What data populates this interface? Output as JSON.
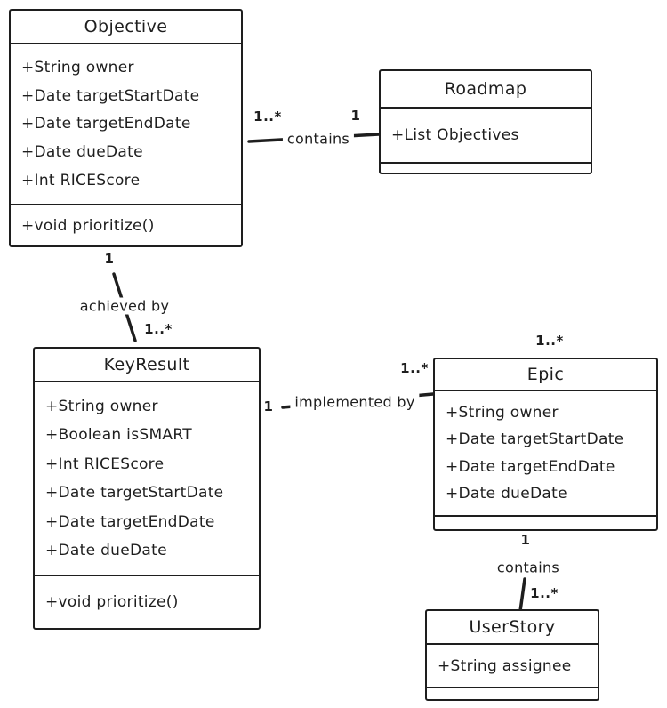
{
  "diagram": {
    "type": "uml-class-diagram",
    "colors": {
      "stroke": "#1e1e1e",
      "background": "#ffffff"
    },
    "classes": [
      {
        "name": "Objective",
        "attributes": [
          "+String owner",
          "+Date targetStartDate",
          "+Date targetEndDate",
          "+Date dueDate",
          "+Int RICEScore"
        ],
        "methods": [
          "+void prioritize()"
        ]
      },
      {
        "name": "Roadmap",
        "attributes": [
          "+List Objectives"
        ],
        "methods": []
      },
      {
        "name": "KeyResult",
        "attributes": [
          "+String owner",
          "+Boolean isSMART",
          "+Int RICEScore",
          "+Date targetStartDate",
          "+Date targetEndDate",
          "+Date dueDate"
        ],
        "methods": [
          "+void prioritize()"
        ]
      },
      {
        "name": "Epic",
        "attributes": [
          "+String owner",
          "+Date targetStartDate",
          "+Date targetEndDate",
          "+Date dueDate"
        ],
        "methods": []
      },
      {
        "name": "UserStory",
        "attributes": [
          "+String assignee"
        ],
        "methods": []
      }
    ],
    "relationships": [
      {
        "label": "contains",
        "source": "Objective",
        "target": "Roadmap",
        "source_multiplicity": "1..*",
        "target_multiplicity": "1"
      },
      {
        "label": "achieved by",
        "source": "Objective",
        "target": "KeyResult",
        "source_multiplicity": "1",
        "target_multiplicity": "1..*"
      },
      {
        "label": "implemented by",
        "source": "KeyResult",
        "target": "Epic",
        "source_multiplicity": "1",
        "target_multiplicity": "1..*"
      },
      {
        "label": "contains",
        "source": "Epic",
        "target": "UserStory",
        "source_multiplicity": "1",
        "target_multiplicity": "1..*"
      }
    ],
    "unattached_labels": [
      {
        "text": "1..*"
      }
    ]
  }
}
